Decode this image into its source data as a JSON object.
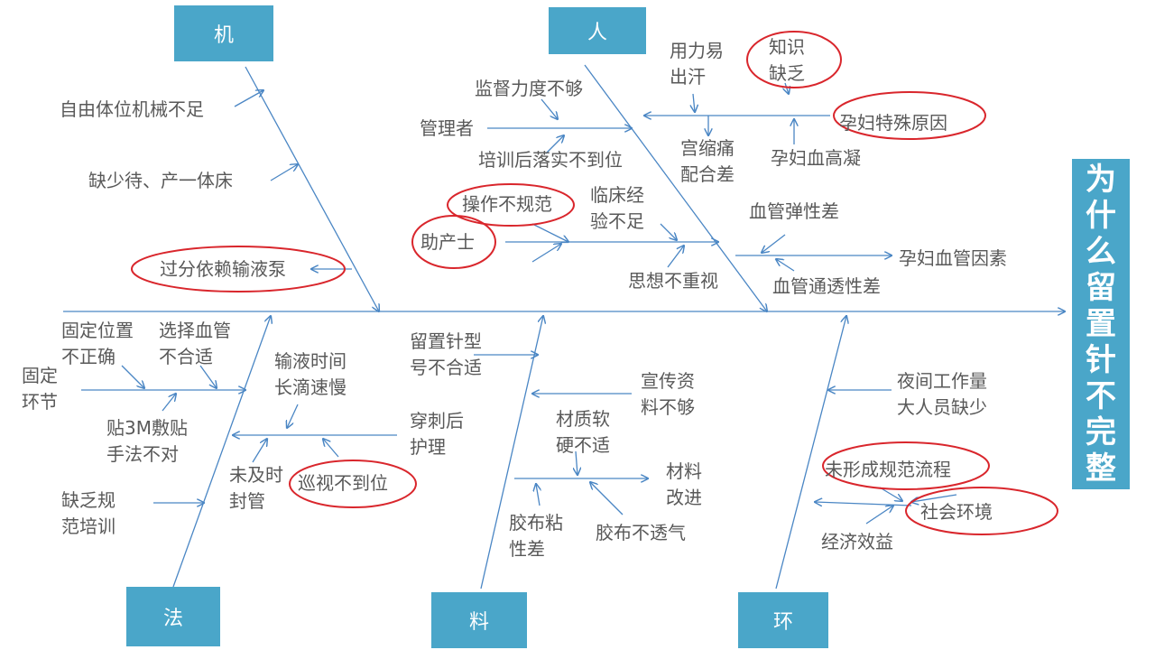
{
  "effect": "为什么留置针不完整",
  "categories": {
    "machine": "机",
    "people": "人",
    "method": "法",
    "material": "料",
    "environment": "环"
  },
  "causes": {
    "machine": [
      "自由体位机械不足",
      "缺少待、产一体床",
      "过分依赖输液泵"
    ],
    "people": [
      "监督力度不够",
      "管理者",
      "培训后落实不到位",
      "用力易\n出汗",
      "知识\n缺乏",
      "孕妇特殊原因",
      "宫缩痛\n配合差",
      "孕妇血高凝",
      "操作不规范",
      "临床经\n验不足",
      "助产士",
      "思想不重视",
      "血管弹性差",
      "孕妇血管因素",
      "血管通透性差"
    ],
    "method": [
      "固定位置\n不正确",
      "选择血管\n不合适",
      "固定\n环节",
      "贴3M敷贴\n手法不对",
      "输液时间\n长滴速慢",
      "穿刺后\n护理",
      "未及时\n封管",
      "巡视不到位",
      "缺乏规\n范培训"
    ],
    "material": [
      "留置针型\n号不合适",
      "宣传资\n料不够",
      "材质软\n硬不适",
      "材料\n改进",
      "胶布粘\n性差",
      "胶布不透气"
    ],
    "environment": [
      "夜间工作量\n大人员缺少",
      "未形成规范流程",
      "社会环境",
      "经济效益"
    ]
  },
  "colors": {
    "box": "#4aa6c9",
    "line": "#4a86c4",
    "highlight": "#d9262c",
    "text": "#595959"
  }
}
